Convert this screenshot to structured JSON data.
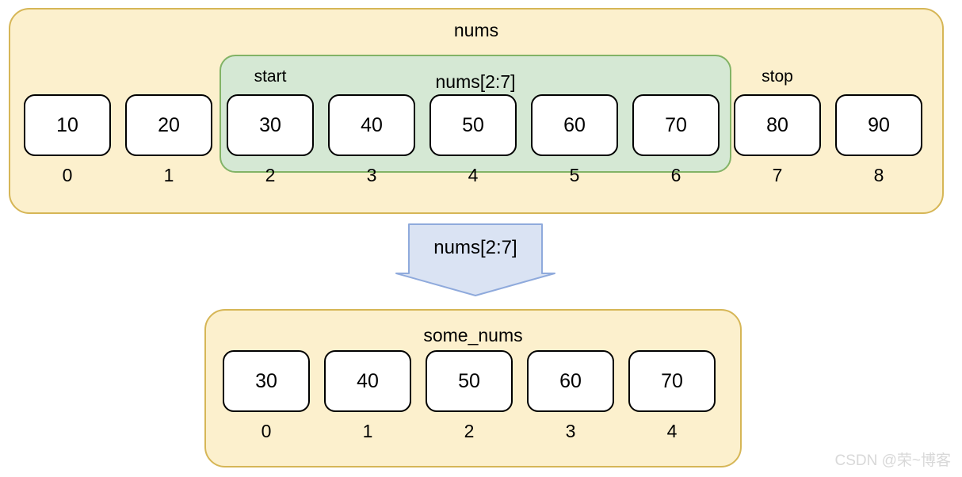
{
  "diagram": {
    "source_array": {
      "name": "nums",
      "title": "nums",
      "cells": [
        {
          "value": "10",
          "index": "0",
          "marker": "",
          "in_slice": false
        },
        {
          "value": "20",
          "index": "1",
          "marker": "",
          "in_slice": false
        },
        {
          "value": "30",
          "index": "2",
          "marker": "start",
          "in_slice": true
        },
        {
          "value": "40",
          "index": "3",
          "marker": "",
          "in_slice": true
        },
        {
          "value": "50",
          "index": "4",
          "marker": "",
          "in_slice": true
        },
        {
          "value": "60",
          "index": "5",
          "marker": "",
          "in_slice": true
        },
        {
          "value": "70",
          "index": "6",
          "marker": "",
          "in_slice": true
        },
        {
          "value": "80",
          "index": "7",
          "marker": "stop",
          "in_slice": false
        },
        {
          "value": "90",
          "index": "8",
          "marker": "",
          "in_slice": false
        }
      ]
    },
    "slice_region": {
      "title": "nums[2:7]",
      "start_label": "start",
      "stop_label": "stop"
    },
    "arrow": {
      "label": "nums[2:7]",
      "direction": "down"
    },
    "result_array": {
      "name": "some_nums",
      "title": "some_nums",
      "cells": [
        {
          "value": "30",
          "index": "0"
        },
        {
          "value": "40",
          "index": "1"
        },
        {
          "value": "50",
          "index": "2"
        },
        {
          "value": "60",
          "index": "3"
        },
        {
          "value": "70",
          "index": "4"
        }
      ]
    },
    "watermark": "CSDN @荣~博客",
    "colors": {
      "container_fill": "#fcf0cd",
      "container_border": "#d6b656",
      "slice_fill": "#d5e8d4",
      "slice_border": "#82b366",
      "cell_fill": "#ffffff",
      "cell_border": "#000000",
      "arrow_fill": "#dae3f3",
      "arrow_border": "#8faadc",
      "watermark_color": "#d8d8d8"
    }
  }
}
